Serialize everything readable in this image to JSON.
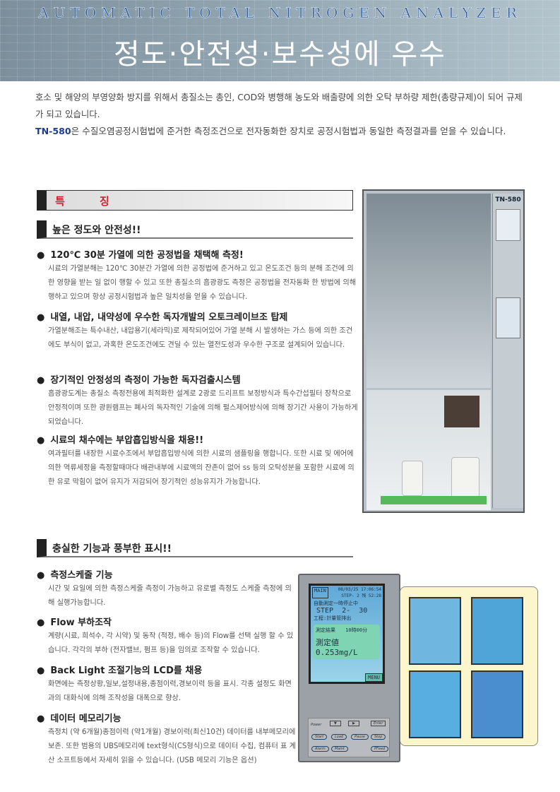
{
  "header": {
    "subtitle": "AUTOMATIC TOTAL NITROGEN ANALYZER",
    "title": "정도·안전성·보수성에 우수"
  },
  "intro": {
    "line1": "호소 및 해양의 부영양화 방지를 위해서  총질소는 총인, COD와 병행해 농도와 배출량에 의한 오탁 부하량 제한(총량규제)이 되어 규제가 되고 있습니다.",
    "model": "TN-580",
    "line2": "은 수질오염공정시험법에 준거한 측정조건으로 전자동화한 장치로 공정시험법과 동일한 측정결과를 얻을 수 있습니다."
  },
  "features": {
    "label": "특 징",
    "section1": "높은 정도와 안전성!!",
    "items1": [
      {
        "title": "120℃ 30분 가열에 의한 공정법을 채택해 측정!",
        "body": "시료의 가열분해는 120℃ 30분간 가열에 의한 공정법에 준거하고 있고 온도조건 등의 분해 조건에 의한 영향을 받는 일 없이 행할 수 있고 또한 총질소의 흡광광도 측정은 공정법을 전자동화 한 방법에 의해 행하고 있으며 항상 공정시험법과 높은 일치성을 얻을 수 있습니다."
      },
      {
        "title": "내열, 내압, 내약성에 우수한 독자개발의 오토크레이브조 탑제",
        "body": "가열분해조는 특수내산, 내압용기(세라믹)로 제작되어있어 가열 분해 시 발생하는 가스 등에 의한 조건에도 부식이 없고, 과혹한 온도조건에도 견딜 수 있는 열전도성과 우수한 구조로 설계되어 있습니다."
      },
      {
        "title": "장기적인 안정성의 측정이 가능한 독자검출시스템",
        "body": "흡광광도계는 총질소 측정전용에 최적화한 설계로 2광로 드리프트 보정방식과 특수간섭필터 장착으로 안정적이며 또한 광원램프는 폐사의 독자적인 기술에 의해 펄스제어방식에 의해 장기간 사용이 가능하게 되었습니다."
      },
      {
        "title": "시료의 채수에는 부압흡입방식을 채용!!",
        "body": "여과필터를 내장한 시료수조에서 부압흡입방식에 의한 시료의 샘플링을 행합니다. 또한 시료 및 에어에 의한 역류세정을 측정할때마다 배관내부에 시료액의 잔존이 없어 ss 등의 오탁성분을 포함한 시료에 의한 유로 막힘이 없어 유지가 저감되어 장기적인 성능유지가 가능합니다."
      }
    ],
    "section2": "충실한 기능과 풍부한 표시!!",
    "items2": [
      {
        "title": "측정스케줄 기능",
        "body": "시간 및 요일에 의한 측정스케줄 측정이 가능하고 유로별 측정도 스케줄 측정에 의해 실행가능합니다."
      },
      {
        "title": "Flow 부하조작",
        "body": "계량(시료, 희석수, 각 시약) 및 동작 (적정, 배수 등)의 Flow를 선택 실행 할 수 있습니다. 각각의 부하 (전자밸브, 펌프 등)을 임의로 조작할 수 있습니다."
      },
      {
        "title": "Back Light 조절기능의 LCD를 채용",
        "body": "화면에는 측정상황,일보,설정내용,종점이력,경보이력 등을 표시. 각종 설정도 화면과의 대화식에 의해 조작성을 대폭으로 향상."
      },
      {
        "title": "데이터 메모리기능",
        "body": "측정치 (약 6개월)종점이력 (약1개월) 경보이력(최신10건) 데이터를 내부메모리에 보존. 또한 범용의 UBS메모리에 text형식(CS형식)으로 데이터 수집, 컴퓨터 표 계산 소프트등에서 자세히 읽을 수 있습니다. (USB 메모리 기능은 옵션)"
      }
    ]
  },
  "photo": {
    "label": "TN-580"
  },
  "lcd": {
    "main": "MAIN",
    "datetime": "08/03/25 17:06:54",
    "step_top": "STEP- 2 残 52:28",
    "status": "自動測定一時停止中",
    "step": "STEP  2-  30",
    "process": "工程:計量管排出",
    "result_label": "測定結果",
    "result_time": "10時00分",
    "value_label": "測定値",
    "value": "0.253mg/L",
    "menu": "MENU"
  },
  "keypad": {
    "power": "Power",
    "down": "▼",
    "right": "▶",
    "enter": "Enter",
    "start": "Start",
    "load": "Load",
    "pause": "Pause",
    "stop": "Stop",
    "alarm": "Alarm",
    "maint": "Maint",
    "pfeed": "PFeed"
  }
}
